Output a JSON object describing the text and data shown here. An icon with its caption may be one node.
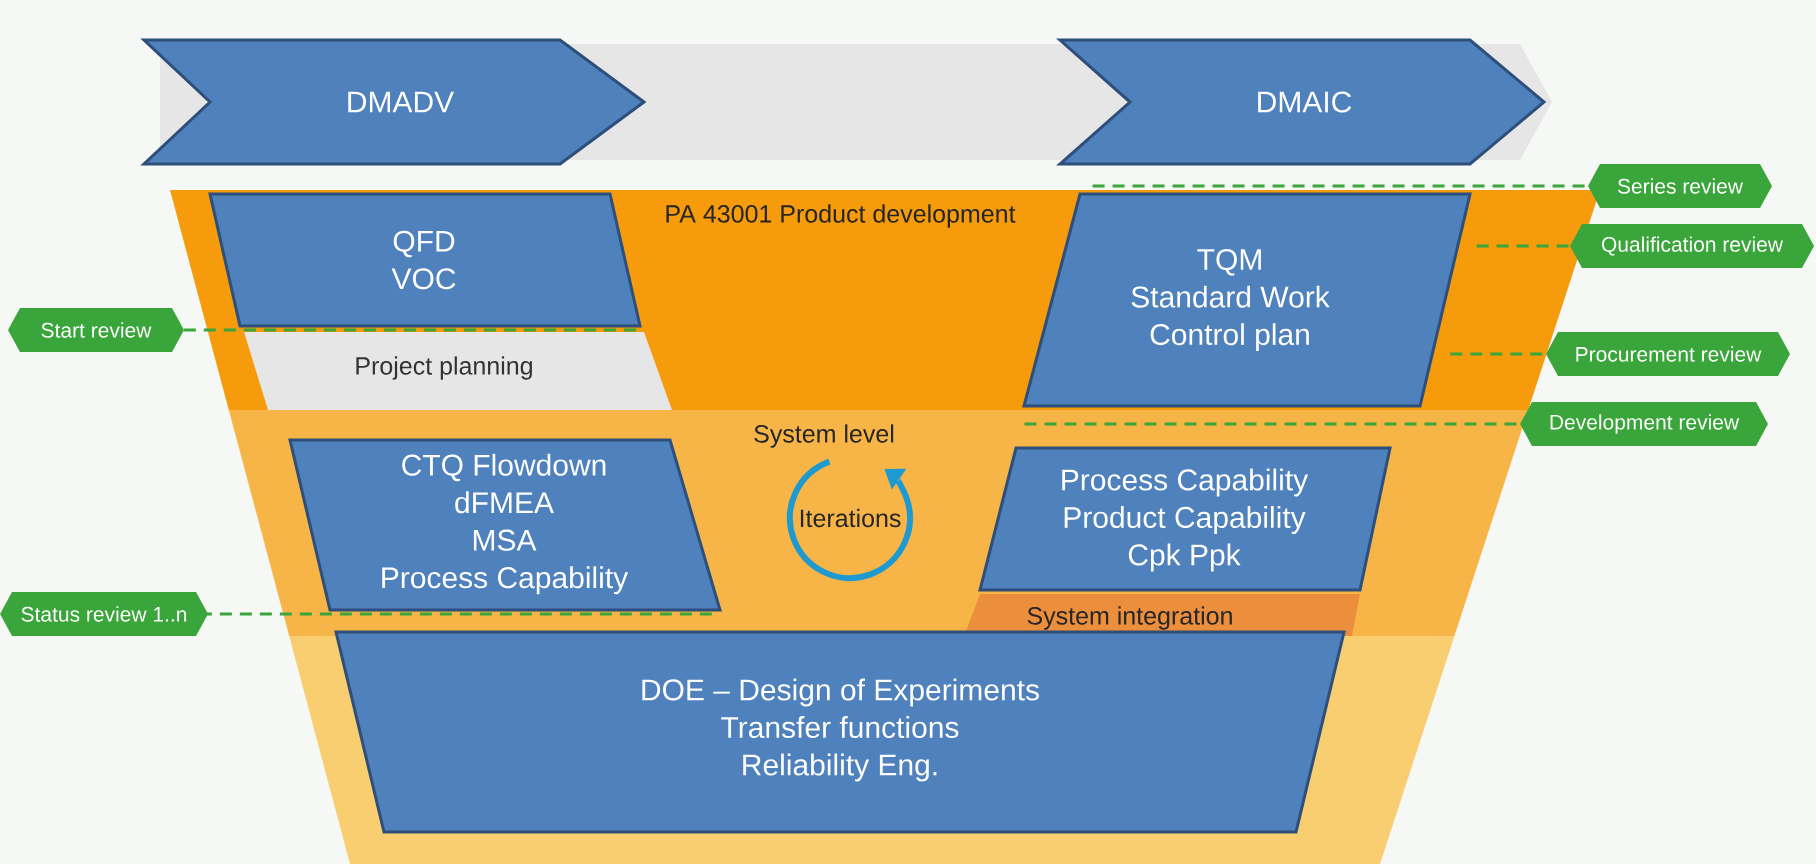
{
  "diagram": {
    "nodes": [
      {
        "text": [
          "DMADV"
        ]
      },
      {
        "text": [
          "DMAIC"
        ]
      },
      {
        "text": [
          "PA 43001 Product development"
        ]
      },
      {
        "text": [
          "QFD",
          "VOC"
        ],
        "in": 2
      },
      {
        "text": [
          "TQM",
          "Standard Work",
          "Control plan"
        ],
        "in": 2
      },
      {
        "text": [
          "Project planning"
        ],
        "in": 2
      },
      {
        "text": [
          "System level"
        ]
      },
      {
        "text": [
          "CTQ Flowdown",
          "dFMEA",
          "MSA",
          "Process Capability"
        ],
        "in": 6
      },
      {
        "text": [
          "Iterations"
        ],
        "in": 6
      },
      {
        "text": [
          "Process Capability",
          "Product Capability",
          "Cpk Ppk"
        ],
        "in": 6
      },
      {
        "text": [
          "System integration"
        ],
        "in": 6
      },
      {
        "text": [
          "DOE – Design of Experiments",
          "Transfer functions",
          "Reliability Eng."
        ]
      },
      {
        "text": [
          "Start review"
        ]
      },
      {
        "text": [
          "Status review 1..n"
        ]
      },
      {
        "text": [
          "Series review"
        ]
      },
      {
        "text": [
          "Qualification review"
        ]
      },
      {
        "text": [
          "Procurement review"
        ]
      },
      {
        "text": [
          "Development review"
        ]
      }
    ],
    "edges": [
      {
        "from": 12,
        "to": 5,
        "arrow": "none",
        "style": "dashed"
      },
      {
        "from": 13,
        "to": 7,
        "arrow": "none",
        "style": "dashed"
      },
      {
        "from": 14,
        "to": 2,
        "arrow": "none",
        "style": "dashed"
      },
      {
        "from": 15,
        "to": 4,
        "arrow": "none",
        "style": "dashed"
      },
      {
        "from": 16,
        "to": 4,
        "arrow": "none",
        "style": "dashed"
      },
      {
        "from": 17,
        "to": 4,
        "arrow": "none",
        "style": "dashed"
      }
    ]
  }
}
